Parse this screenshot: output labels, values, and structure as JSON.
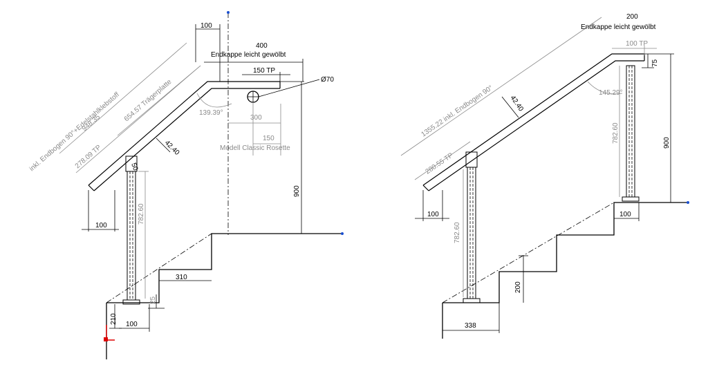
{
  "left": {
    "dim_100_top": "100",
    "dim_400": "400",
    "endcap": "Endkappe leicht gewölbt",
    "dim_150tp": "150 TP",
    "dim_d70": "Ø70",
    "total_length": "948.35",
    "total_desc": "inkl. Endbogen 90°+Edelstahlklebstoff",
    "plate_length": "654.57 Trägerplatte",
    "tp_278": "278.09 TP",
    "angle": "139.39°",
    "dim_300": "300",
    "dim_150": "150",
    "model": "Modell Classic Rosette",
    "dim_4240": "42.40",
    "dim_50": "50",
    "dim_900": "900",
    "dim_78260": "782.60",
    "dim_100_left": "100",
    "dim_310": "310",
    "dim_210": "210",
    "dim_100_bottom": "100",
    "dim_25": "25"
  },
  "right": {
    "dim_200": "200",
    "endcap": "Endkappe leicht gewölbt",
    "dim_100tp": "100 TP",
    "dim_75": "75",
    "total_length": "1355.22 inkl. Endbogen 90°",
    "dim_4240": "42.40",
    "angle": "145.29°",
    "dim_78260_right": "782.60",
    "dim_900": "900",
    "tp_280": "280.55 TP",
    "dim_100_left": "100",
    "dim_78260_left": "782.60",
    "dim_100_floor": "100",
    "dim_200_step": "200",
    "dim_338": "338"
  }
}
